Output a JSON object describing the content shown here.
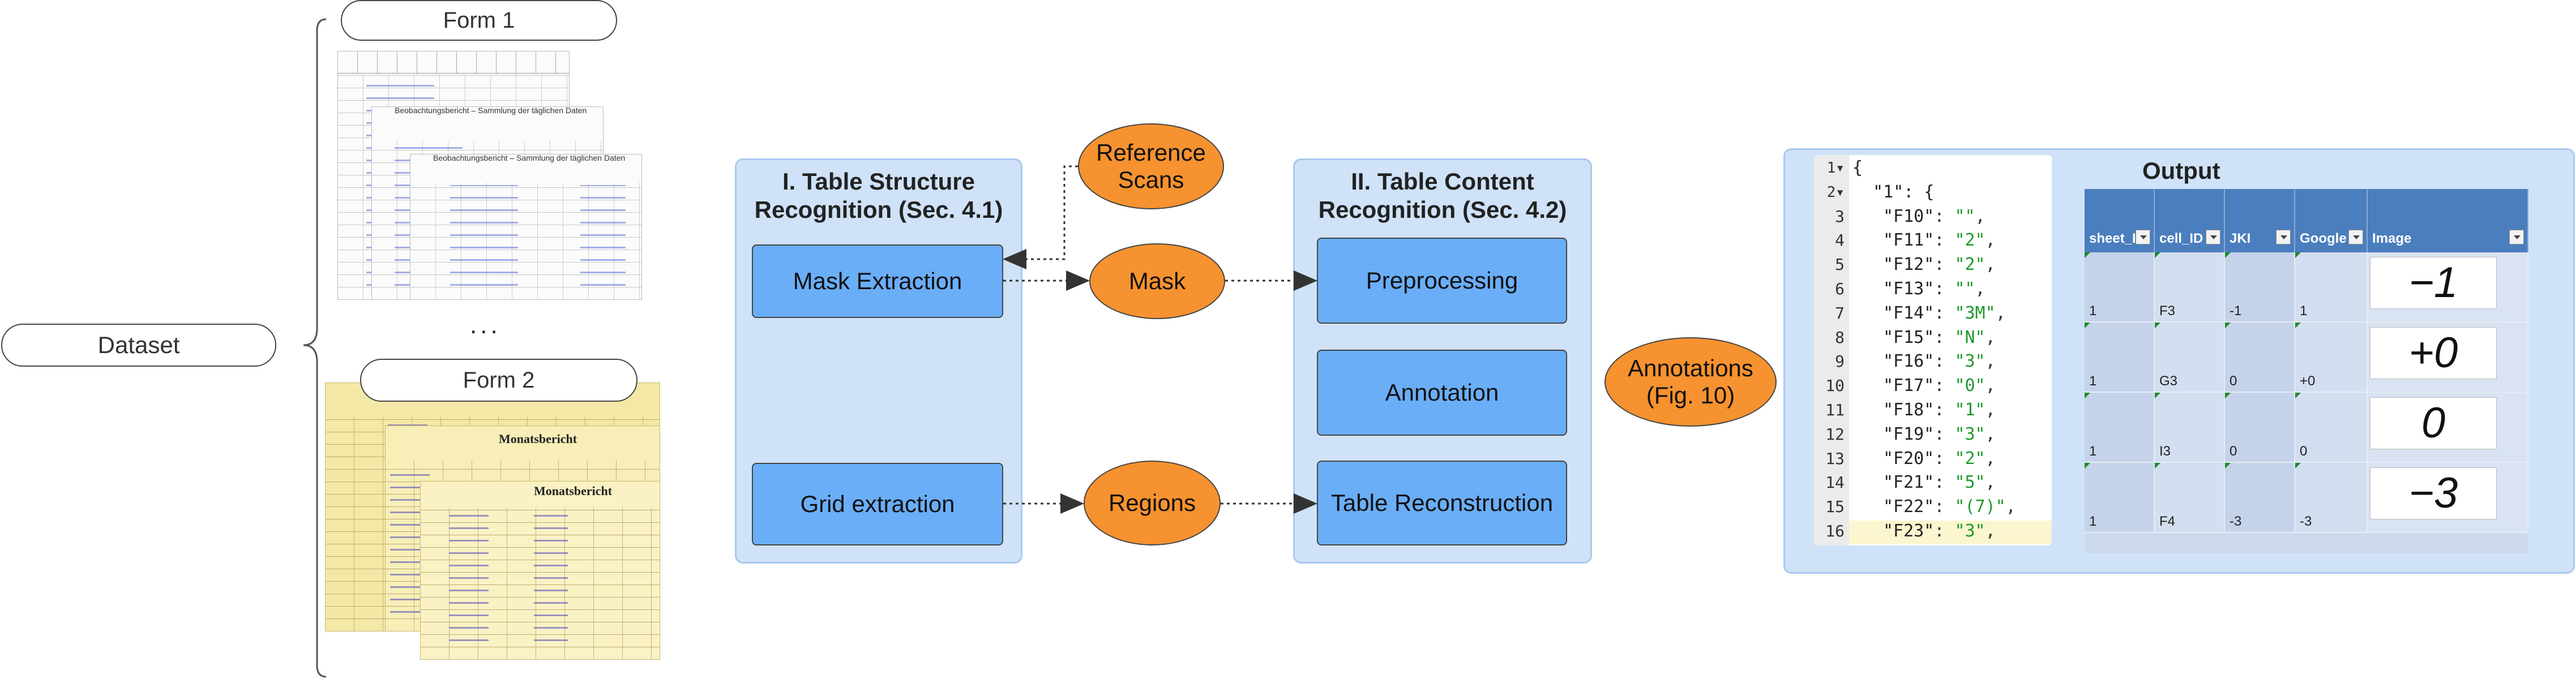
{
  "dataset": {
    "label": "Dataset"
  },
  "forms": {
    "form1": "Form 1",
    "form2": "Form 2",
    "ellipsis": "...",
    "form1_sheet_caption": "Beobachtungsbericht – Sammlung der täglichen Daten",
    "form2_sheet_caption": "Monatsbericht"
  },
  "stage1": {
    "title": "I. Table Structure Recognition (Sec. 4.1)",
    "mask_extraction": "Mask Extraction",
    "grid_extraction": "Grid extraction"
  },
  "intermediate": {
    "reference_scans": "Reference Scans",
    "mask": "Mask",
    "regions": "Regions"
  },
  "stage2": {
    "title": "II. Table Content Recognition (Sec. 4.2)",
    "preprocessing": "Preprocessing",
    "annotation": "Annotation",
    "table_reconstruction": "Table Reconstruction"
  },
  "annotations": {
    "label": "Annotations (Fig. 10)"
  },
  "output": {
    "title": "Output",
    "code_lines": [
      {
        "n": "1",
        "fold": true,
        "text": "{"
      },
      {
        "n": "2",
        "fold": true,
        "text": "  \"1\": {"
      },
      {
        "n": "3",
        "key": "\"F10\"",
        "val": "\"\""
      },
      {
        "n": "4",
        "key": "\"F11\"",
        "val": "\"2\""
      },
      {
        "n": "5",
        "key": "\"F12\"",
        "val": "\"2\""
      },
      {
        "n": "6",
        "key": "\"F13\"",
        "val": "\"\""
      },
      {
        "n": "7",
        "key": "\"F14\"",
        "val": "\"3M\""
      },
      {
        "n": "8",
        "key": "\"F15\"",
        "val": "\"N\""
      },
      {
        "n": "9",
        "key": "\"F16\"",
        "val": "\"3\""
      },
      {
        "n": "10",
        "key": "\"F17\"",
        "val": "\"0\""
      },
      {
        "n": "11",
        "key": "\"F18\"",
        "val": "\"1\""
      },
      {
        "n": "12",
        "key": "\"F19\"",
        "val": "\"3\""
      },
      {
        "n": "13",
        "key": "\"F20\"",
        "val": "\"2\""
      },
      {
        "n": "14",
        "key": "\"F21\"",
        "val": "\"5\""
      },
      {
        "n": "15",
        "key": "\"F22\"",
        "val": "\"(7)\""
      },
      {
        "n": "16",
        "key": "\"F23\"",
        "val": "\"3\""
      }
    ],
    "table_headers": [
      "sheet_I",
      "cell_ID",
      "JKI",
      "Google",
      "Image"
    ],
    "table_rows": [
      [
        "1",
        "F3",
        "-1",
        "1",
        "−1"
      ],
      [
        "1",
        "G3",
        "0",
        "+0",
        "+0"
      ],
      [
        "1",
        "I3",
        "0",
        "0",
        "0"
      ],
      [
        "1",
        "F4",
        "-3",
        "-3",
        "−3"
      ]
    ]
  },
  "colors": {
    "panel_fill": "#cfe2f8",
    "step_box": "#6aaef7",
    "data_oval": "#f6922f",
    "table_header": "#4a7ebe"
  }
}
